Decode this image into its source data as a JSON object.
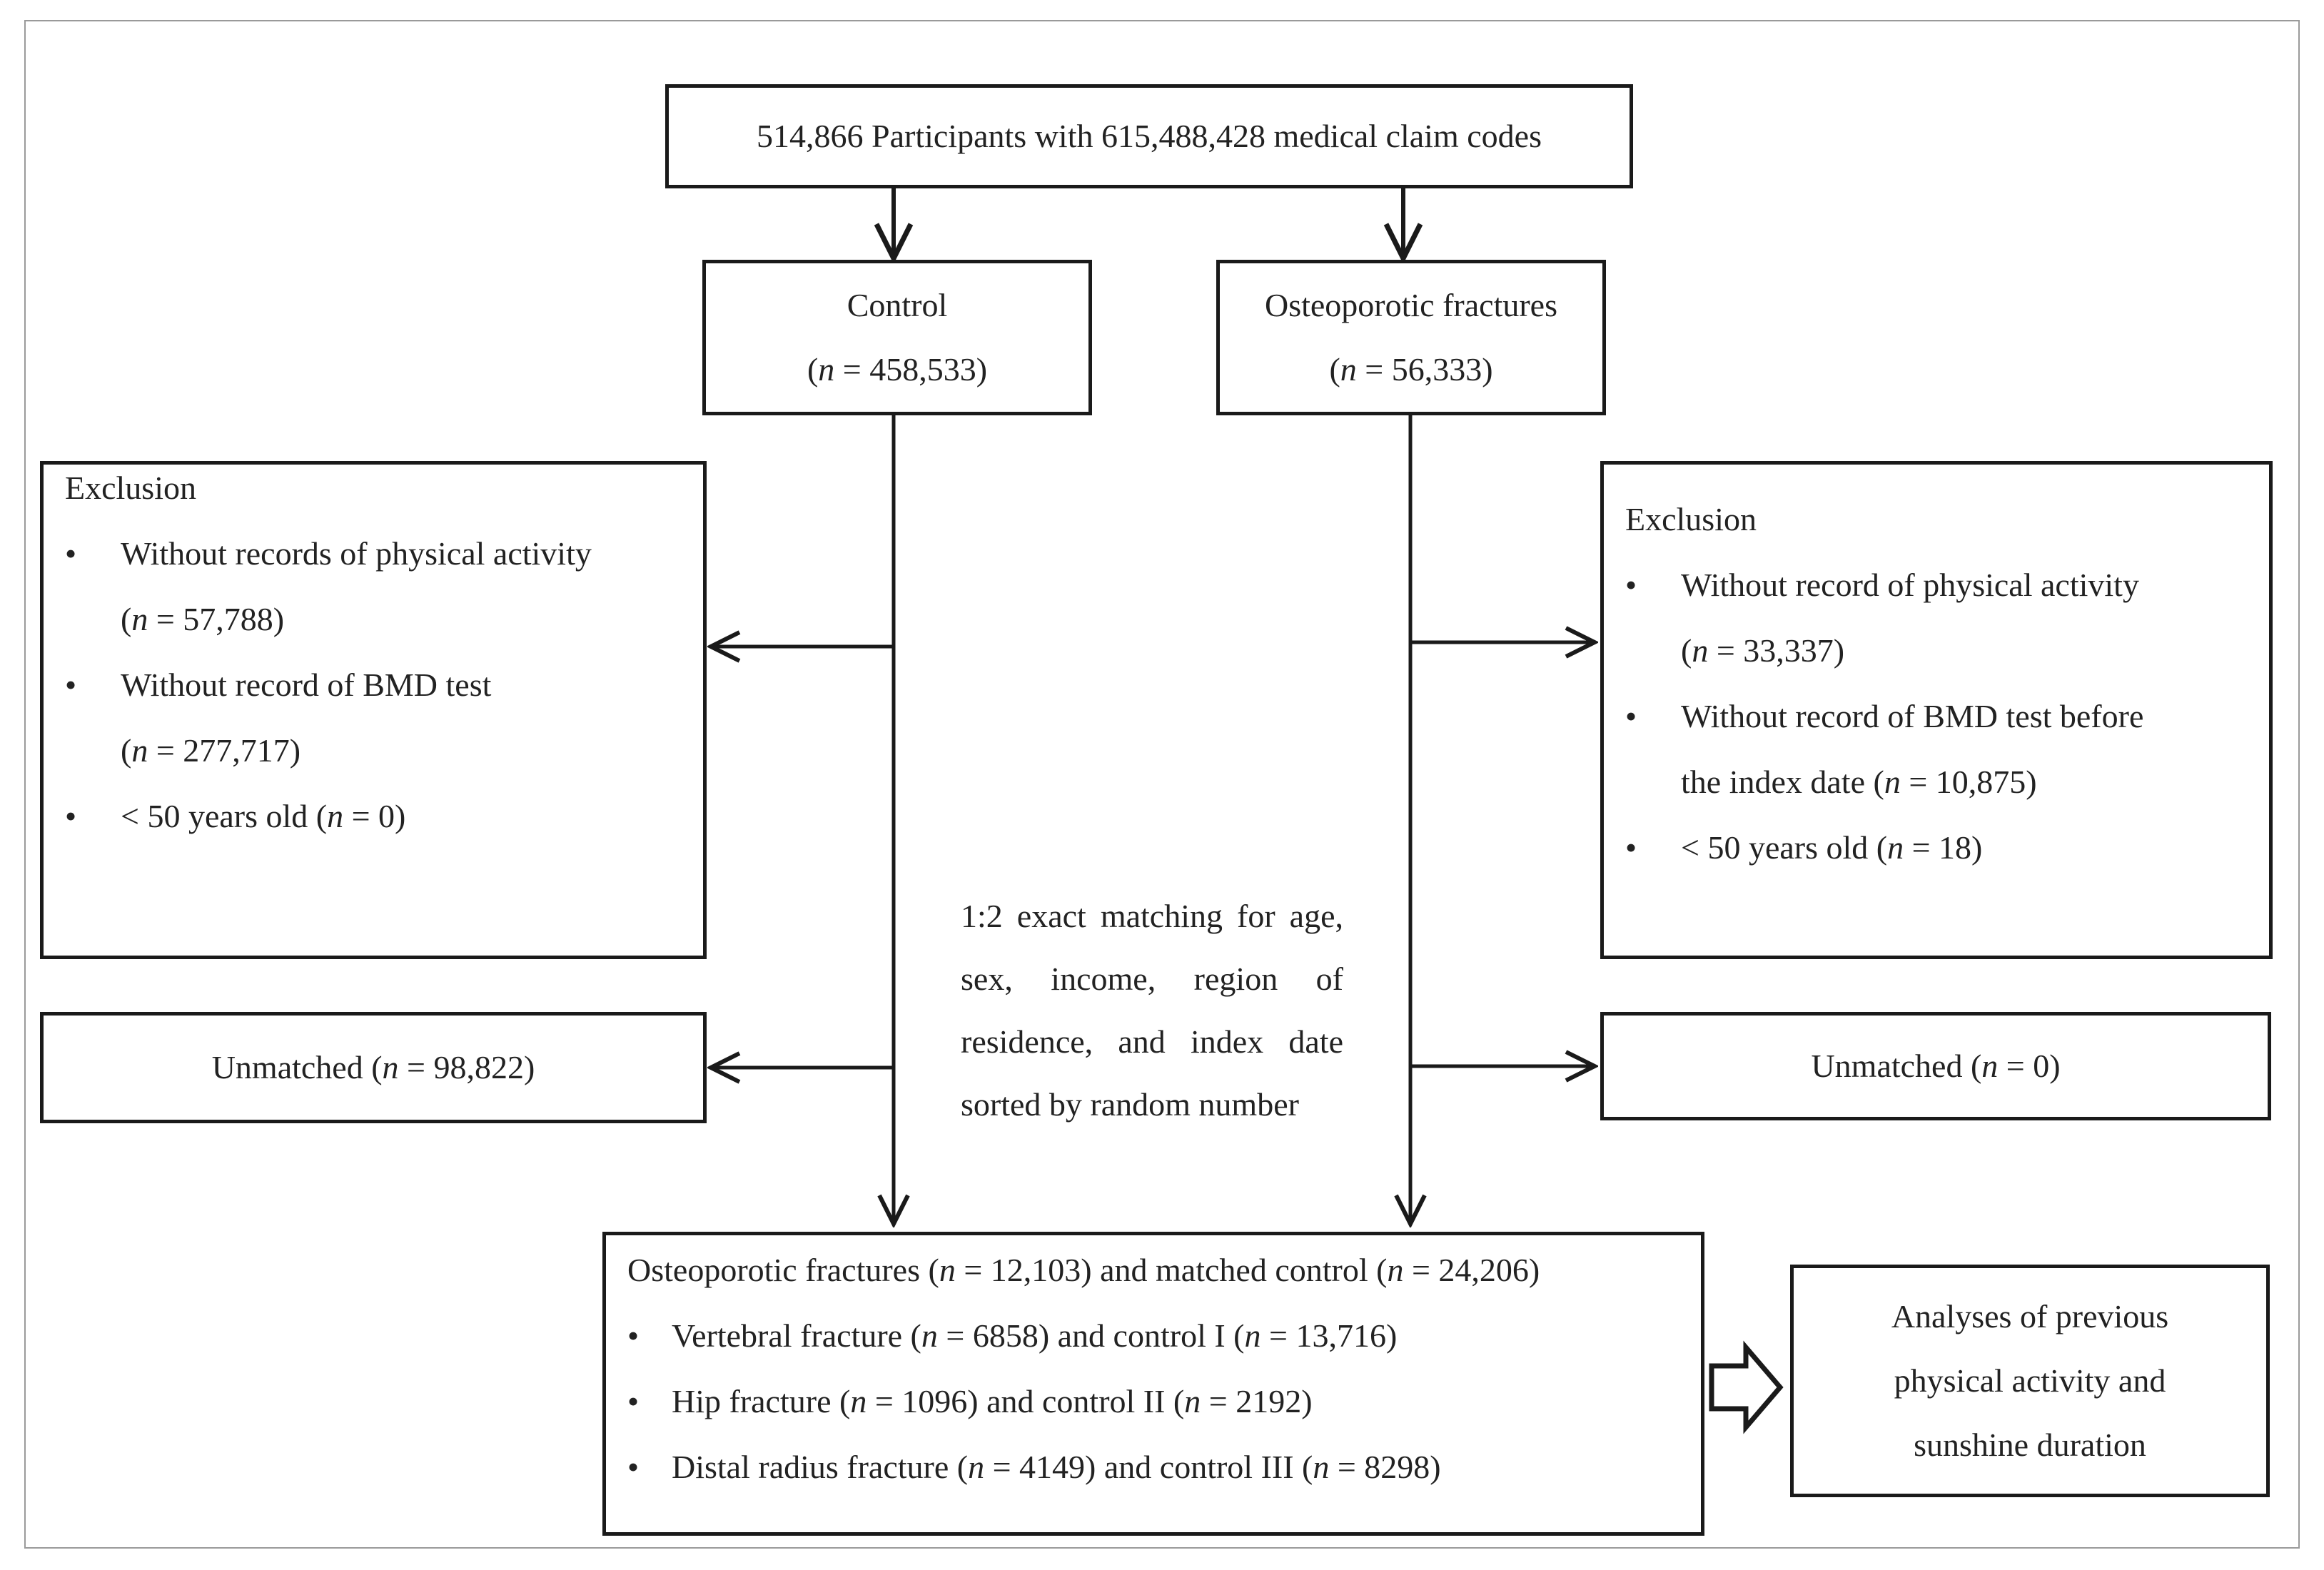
{
  "top": {
    "count": "514,866",
    "text": "514,866 Participants with  615,488,428 medical claim codes"
  },
  "control": {
    "label": "Control",
    "n_prefix": "(",
    "n_var": "n",
    "n_value": " = 458,533)"
  },
  "osteo": {
    "label": "Osteoporotic fractures",
    "n_prefix": "(",
    "n_var": "n",
    "n_value": " = 56,333)"
  },
  "exclusion_left": {
    "title": "Exclusion",
    "items": [
      {
        "bullet": "•",
        "line1": "Without records of physical activity",
        "line2_pre": "(",
        "line2_var": "n",
        "line2_post": " = 57,788)"
      },
      {
        "bullet": "•",
        "line1": "Without record of BMD test",
        "line2_pre": "(",
        "line2_var": "n",
        "line2_post": " = 277,717)"
      },
      {
        "bullet": "•",
        "line1_pre": "< 50 years old (",
        "line1_var": "n",
        "line1_post": " = 0)"
      }
    ]
  },
  "exclusion_right": {
    "title": "Exclusion",
    "items": [
      {
        "bullet": "•",
        "line1": "Without record of physical activity",
        "line2_pre": "(",
        "line2_var": "n",
        "line2_post": " = 33,337)"
      },
      {
        "bullet": "•",
        "line1": "Without record of BMD test before",
        "line2_pre": "the index date (",
        "line2_var": "n",
        "line2_post": " = 10,875)"
      },
      {
        "bullet": "•",
        "line1_pre": "< 50 years old (",
        "line1_var": "n",
        "line1_post": " = 18)"
      }
    ]
  },
  "unmatched_left": {
    "pre": "Unmatched (",
    "var": "n",
    "post": " = 98,822)"
  },
  "unmatched_right": {
    "pre": "Unmatched (",
    "var": "n",
    "post": " = 0)"
  },
  "matching": {
    "lines": [
      "1:2 exact matching for age,",
      "sex, income, region of",
      "residence, and index date",
      "sorted by random number"
    ]
  },
  "result": {
    "head_pre": "Osteoporotic fractures (",
    "head_var1": "n",
    "head_mid": " = 12,103) and matched control (",
    "head_var2": "n",
    "head_post": " = 24,206)",
    "items": [
      {
        "bullet": "•",
        "a": "Vertebral fracture (",
        "v1": "n",
        "b": " = 6858) and control I (",
        "v2": "n",
        "c": " = 13,716)"
      },
      {
        "bullet": "•",
        "a": "Hip fracture (",
        "v1": "n",
        "b": " = 1096) and control II (",
        "v2": "n",
        "c": " = 2192)"
      },
      {
        "bullet": "•",
        "a": "Distal radius fracture (",
        "v1": "n",
        "b": " = 4149) and control III (",
        "v2": "n",
        "c": " = 8298)"
      }
    ]
  },
  "analyses": {
    "lines": [
      "Analyses of previous",
      "physical activity and",
      "sunshine duration"
    ]
  }
}
